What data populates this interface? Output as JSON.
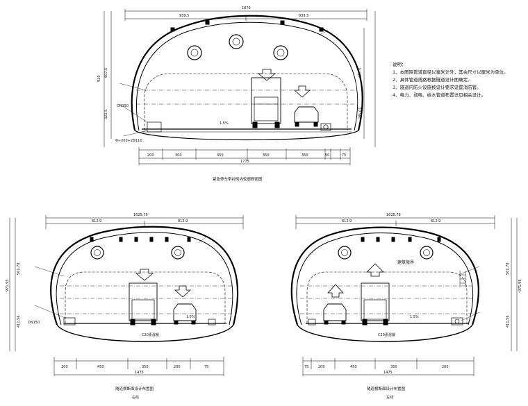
{
  "top": {
    "overall_width": "1879",
    "half_left": "939.5",
    "half_right": "939.5",
    "height_left": "607.5",
    "height_right": "607.5",
    "total_height": "920",
    "lower_left": "322.5",
    "lower_right": "285.01",
    "bottom_dims": [
      "200",
      "300",
      "450",
      "350",
      "350",
      "50",
      "75"
    ],
    "bottom_total": "1775",
    "slope": "1.5%",
    "pipe_left": "DN150",
    "pipe_bottom_left": "Φ≈200+2Φ110",
    "caption": "紧急停车带衬砌内轮廓断面图"
  },
  "bottom_left": {
    "overall_width": "1625.79",
    "half_left": "812.9",
    "half_right": "812.9",
    "dims_left_h": "561.78",
    "dims_left_total": "971.95",
    "dims_left_low": "411.56",
    "bottom_dims": [
      "200",
      "450",
      "350",
      "200",
      "75"
    ],
    "bottom_total": "1475",
    "slope": "1.5%",
    "concrete": "C20素混凝",
    "pipe": "DN150",
    "caption": "隧道横断面设计布置图",
    "sub": "右线"
  },
  "bottom_right": {
    "overall_width": "1625.79",
    "half_left": "812.9",
    "half_right": "812.9",
    "dims_right_h": "561.78",
    "dims_right_total": "971.95",
    "dims_right_low": "411.56",
    "bottom_dims": [
      "75",
      "200",
      "450",
      "350",
      "200"
    ],
    "bottom_total": "1475",
    "slope": "1.5%",
    "concrete": "C20素混凝",
    "caption": "隧道横断面设计布置图",
    "sub": "左线",
    "note_label": "建筑限界"
  },
  "notes": {
    "title": "说明：",
    "items": [
      "1、本图除管道直径以毫米计外，其余尺寸以厘米为单位。",
      "2、具体管道线路根据隧道设计图确定。",
      "3、隧道内防火设施按设计要求设置消防管。",
      "4、电力、弱电、给水管道布置详见相关设计。"
    ]
  }
}
